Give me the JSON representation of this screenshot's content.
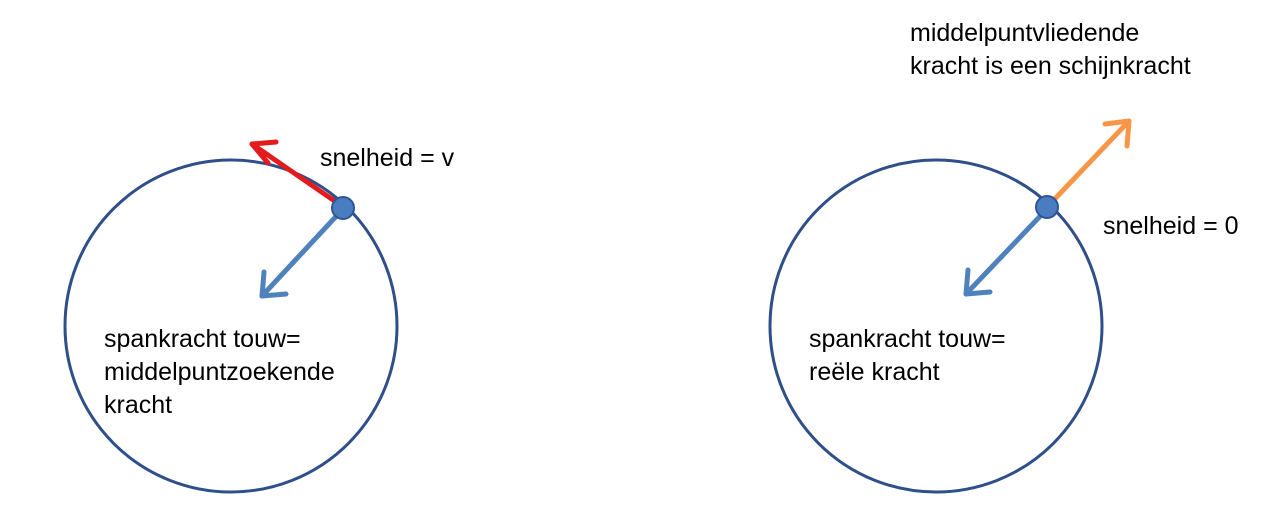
{
  "left_diagram": {
    "velocity_label": "snelheid = v",
    "tension_label": {
      "line1": "spankracht touw=",
      "line2": "middelpuntzoekende",
      "line3": "kracht"
    }
  },
  "right_diagram": {
    "velocity_label": "snelheid = 0",
    "fictitious_label": {
      "line1": "middelpuntvliedende",
      "line2": "kracht is een schijnkracht"
    },
    "tension_label": {
      "line1": "spankracht touw=",
      "line2": "reële kracht"
    }
  },
  "colors": {
    "circle": "#2f4f8a",
    "ball": "#4a7cc0",
    "tension_arrow": "#4f81bd",
    "velocity_arrow": "#e41a1c",
    "fictitious_arrow": "#f79646"
  }
}
